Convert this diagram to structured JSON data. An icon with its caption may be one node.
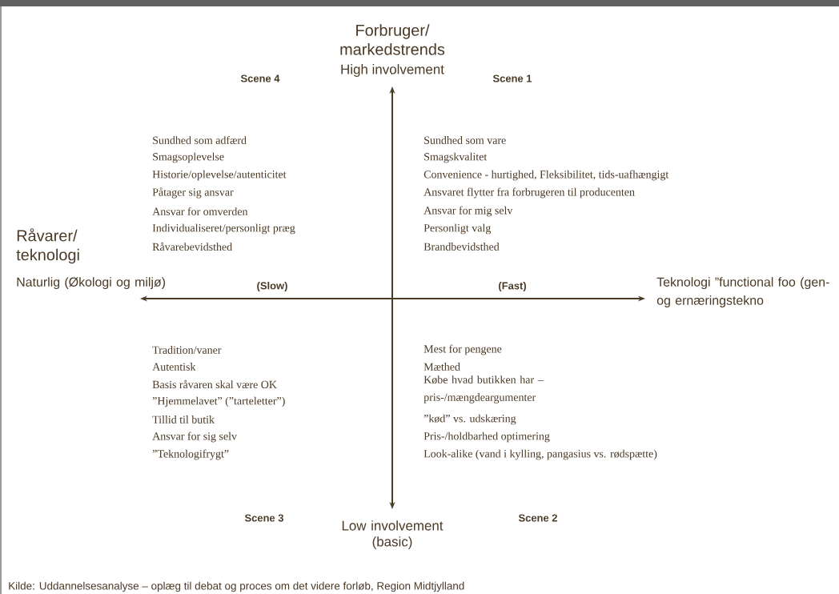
{
  "diagram": {
    "labels": [
      "Forbruger/ markedstrends",
      "Scene 4",
      "High involvement",
      "Scene 1",
      "Sundhed som adfærd",
      "Smagsoplevelse",
      "Historie/oplevelse/autenticitet",
      "Påtager sig ansvar",
      "Ansvar for omverden",
      "Individualiseret/personligt præg",
      "Råvarebevidsthed",
      "Sundhed som vare",
      "Smagskvalitet",
      "Convenience - hurtighed, Fleksibilitet, tids-uafhængigt",
      "Ansvaret flytter fra forbrugeren til producenten",
      "Ansvar for mig selv",
      "Personligt valg",
      "Brandbevidsthed",
      "Råvarer/ teknologi",
      "Naturlig (Økologi og miljø)",
      "(Slow)",
      "(Fast)",
      "Teknologi ”functional foo (gen- og ernæringstekno",
      "Tradition/vaner",
      "Autentisk",
      "Basis råvaren skal være OK",
      "”Hjemmelavet” (”tarteletter”)",
      "Tillid til butik",
      "Ansvar for sig selv",
      "”Teknologifrygt”",
      "Mest for pengene",
      "Mæthed",
      "Købe hvad butikken har – pris-/mængdeargumenter",
      "”kød” vs. udskæring",
      "Pris-/holdbarhed optimering",
      "Look-alike (vand i kylling, pangasius vs. rødspætte)",
      "Scene 3",
      "Scene 2",
      "Low involvement (basic)",
      "Kilde: Uddannelsesanalyse – oplæg til debat og proces om det videre forløb, Region Midtjylland"
    ]
  }
}
